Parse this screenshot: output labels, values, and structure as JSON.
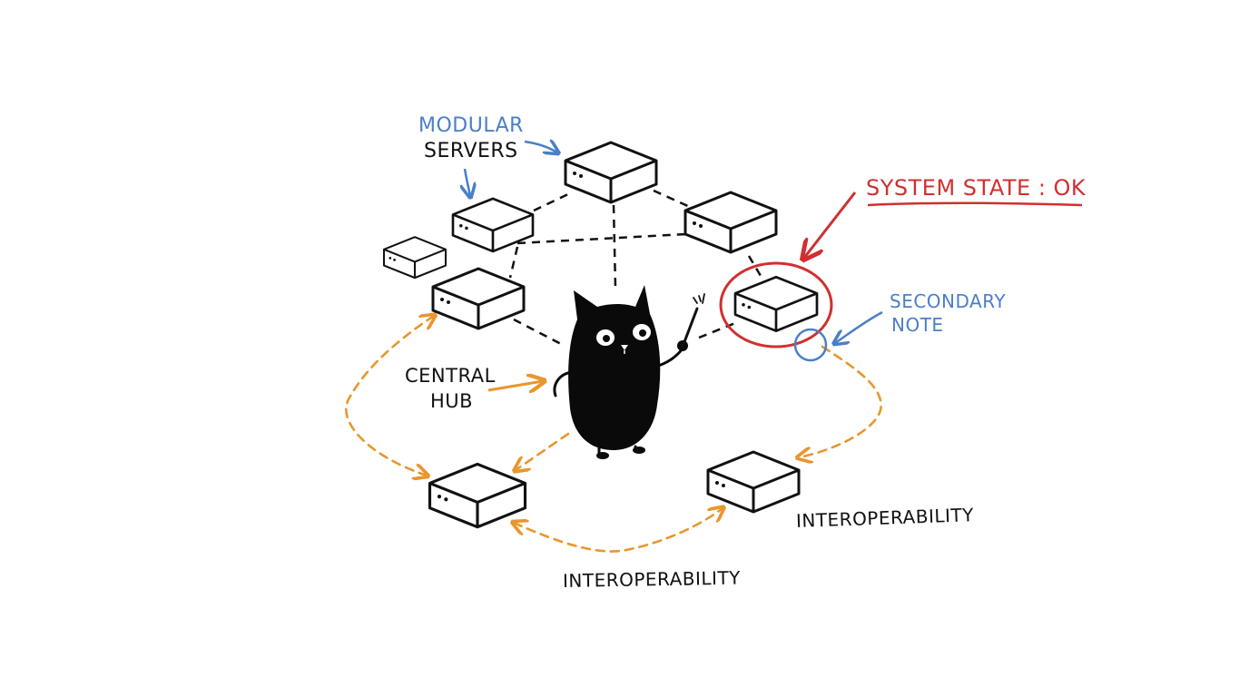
{
  "colors": {
    "ink": "#111111",
    "blue": "#4a7fc8",
    "orange": "#e8962e",
    "red": "#d03030",
    "background": "#ffffff"
  },
  "labels": {
    "modular": "MODULAR",
    "servers": "SERVERS",
    "system_state": "SYSTEM STATE : OK",
    "secondary": "SECONDARY",
    "note": "NOTE",
    "central": "CENTRAL",
    "hub": "HUB",
    "interop_right": "INTEROPERABILITY",
    "interop_bottom": "INTEROPERABILITY"
  },
  "icons": [
    "server-box-icon",
    "black-cat-icon",
    "pointer-stick-icon"
  ]
}
